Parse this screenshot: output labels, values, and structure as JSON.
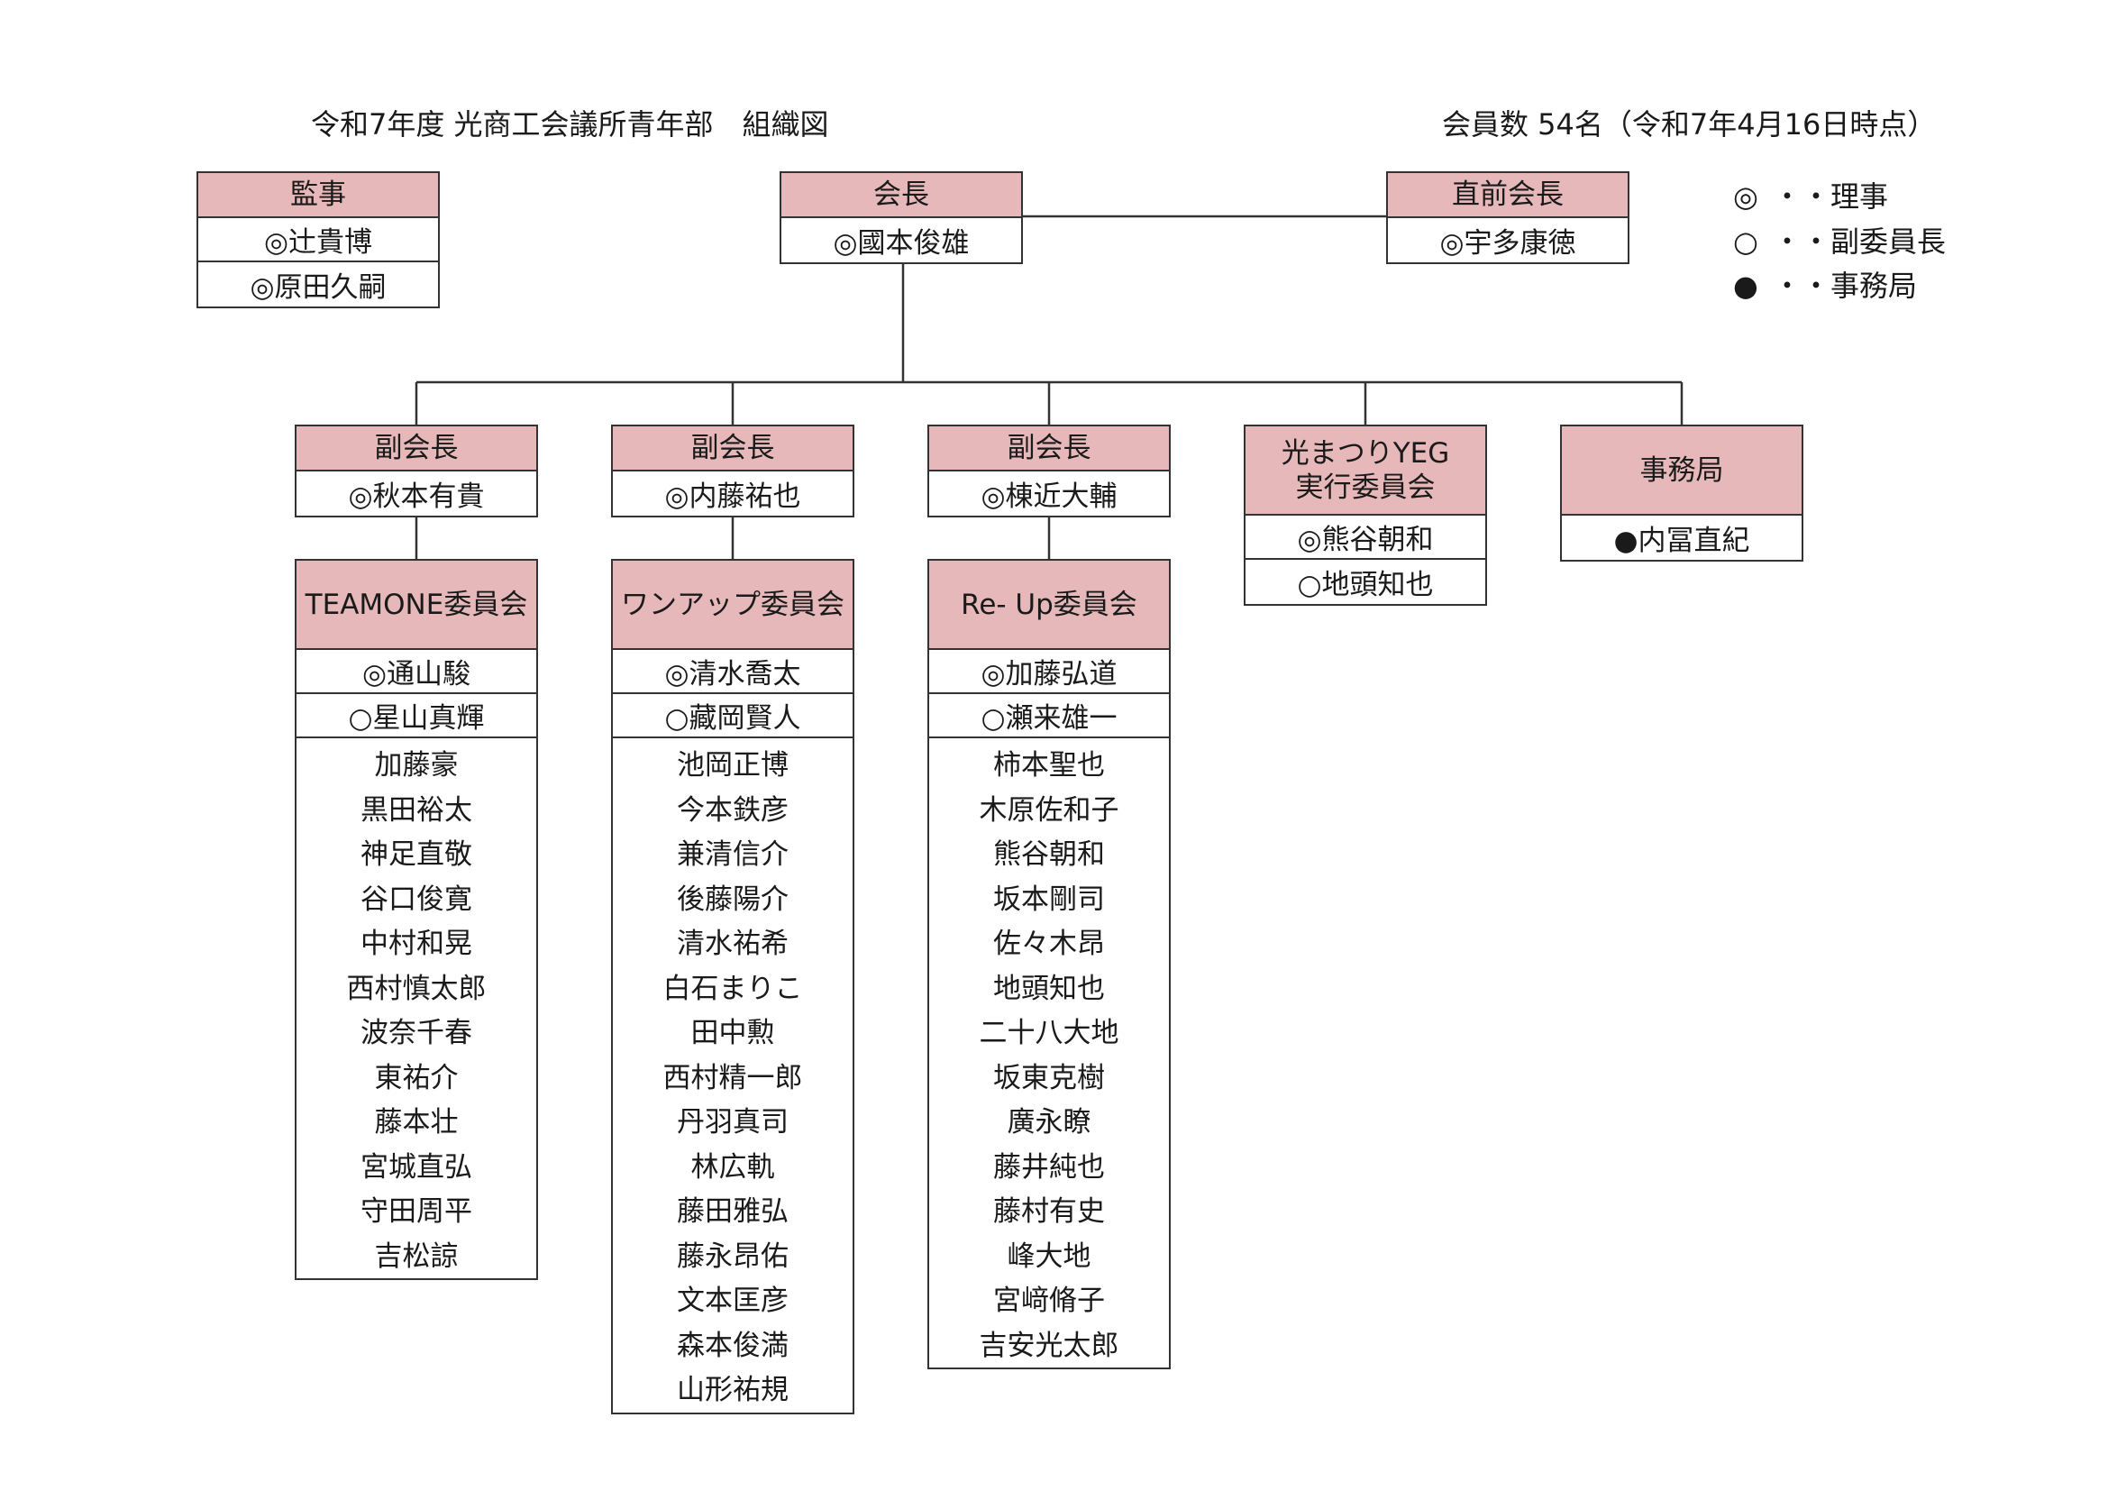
{
  "header": {
    "title": "令和7年度 光商工会議所青年部　組織図",
    "member_count": "会員数 54名（令和7年4月16日時点）"
  },
  "legend": [
    {
      "symbol": "◎",
      "text": "・・理事"
    },
    {
      "symbol": "○",
      "text": "・・副委員長"
    },
    {
      "symbol": "●",
      "text": "・・事務局"
    }
  ],
  "auditors": {
    "title": "監事",
    "members": [
      "◎辻貴博",
      "◎原田久嗣"
    ]
  },
  "president": {
    "title": "会長",
    "members": [
      "◎國本俊雄"
    ]
  },
  "past_president": {
    "title": "直前会長",
    "members": [
      "◎宇多康徳"
    ]
  },
  "vice_presidents": [
    {
      "title": "副会長",
      "members": [
        "◎秋本有貴"
      ]
    },
    {
      "title": "副会長",
      "members": [
        "◎内藤祐也"
      ]
    },
    {
      "title": "副会長",
      "members": [
        "◎棟近大輔"
      ]
    }
  ],
  "festival": {
    "title": "光まつりYEG\n実行委員会",
    "members": [
      "◎熊谷朝和",
      "○地頭知也"
    ]
  },
  "secretariat": {
    "title": "事務局",
    "members": [
      "●内冨直紀"
    ]
  },
  "committees": [
    {
      "title": "TEAMONE委員会",
      "chair": "◎通山駿",
      "vice_chair": "○星山真輝",
      "members": [
        "加藤豪",
        "黒田裕太",
        "神足直敬",
        "谷口俊寛",
        "中村和晃",
        "西村慎太郎",
        "波奈千春",
        "東祐介",
        "藤本壮",
        "宮城直弘",
        "守田周平",
        "吉松諒"
      ]
    },
    {
      "title": "ワンアップ委員会",
      "chair": "◎清水喬太",
      "vice_chair": "○藏岡賢人",
      "members": [
        "池岡正博",
        "今本鉄彦",
        "兼清信介",
        "後藤陽介",
        "清水祐希",
        "白石まりこ",
        "田中勲",
        "西村精一郎",
        "丹羽真司",
        "林広軌",
        "藤田雅弘",
        "藤永昂佑",
        "文本匡彦",
        "森本俊満",
        "山形祐規"
      ]
    },
    {
      "title": "Re- Up委員会",
      "chair": "◎加藤弘道",
      "vice_chair": "○瀬来雄一",
      "members": [
        "柿本聖也",
        "木原佐和子",
        "熊谷朝和",
        "坂本剛司",
        "佐々木昂",
        "地頭知也",
        "二十八大地",
        "坂東克樹",
        "廣永瞭",
        "藤井純也",
        "藤村有史",
        "峰大地",
        "宮﨑脩子",
        "吉安光太郎"
      ]
    }
  ]
}
